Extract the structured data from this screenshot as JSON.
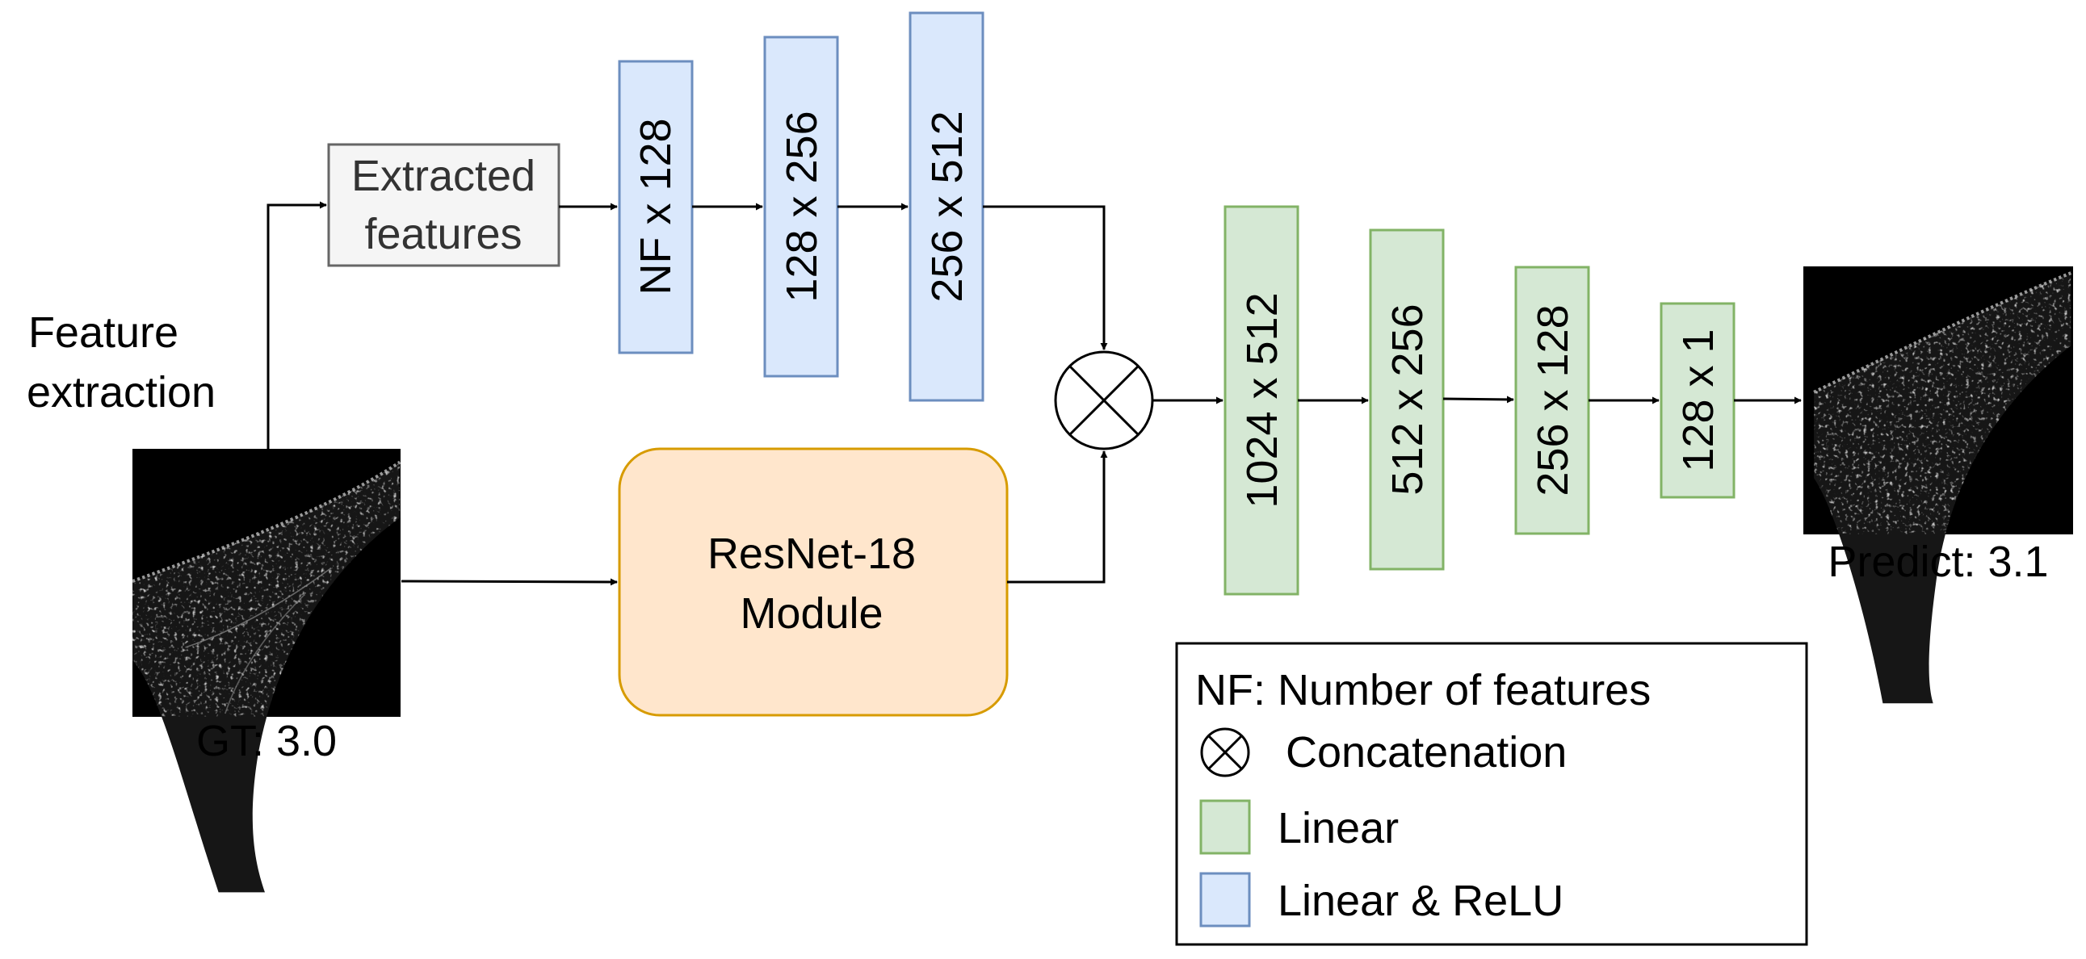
{
  "left_image": {
    "caption": "GT: 3.0"
  },
  "right_image": {
    "caption": "Predict: 3.1"
  },
  "feature_extraction_label": [
    "Feature",
    "extraction"
  ],
  "extracted_features_label": [
    "Extracted",
    "features"
  ],
  "blue_layers": [
    "NF x 128",
    "128 x 256",
    "256 x 512"
  ],
  "resnet_label": [
    "ResNet-18",
    "Module"
  ],
  "green_layers": [
    "1024 x 512",
    "512 x 256",
    "256 x 128",
    "128 x 1"
  ],
  "legend": {
    "nf_note": "NF: Number of features",
    "concat": "Concatenation",
    "linear": "Linear",
    "linear_relu": "Linear & ReLU"
  },
  "colors": {
    "blue_fill": "#dae8fc",
    "blue_stroke": "#6c8ebf",
    "green_fill": "#d5e8d4",
    "green_stroke": "#82b366",
    "orange_fill": "#ffe6cc",
    "orange_stroke": "#d79b00",
    "gray_fill": "#f5f5f5",
    "gray_stroke": "#666666"
  }
}
